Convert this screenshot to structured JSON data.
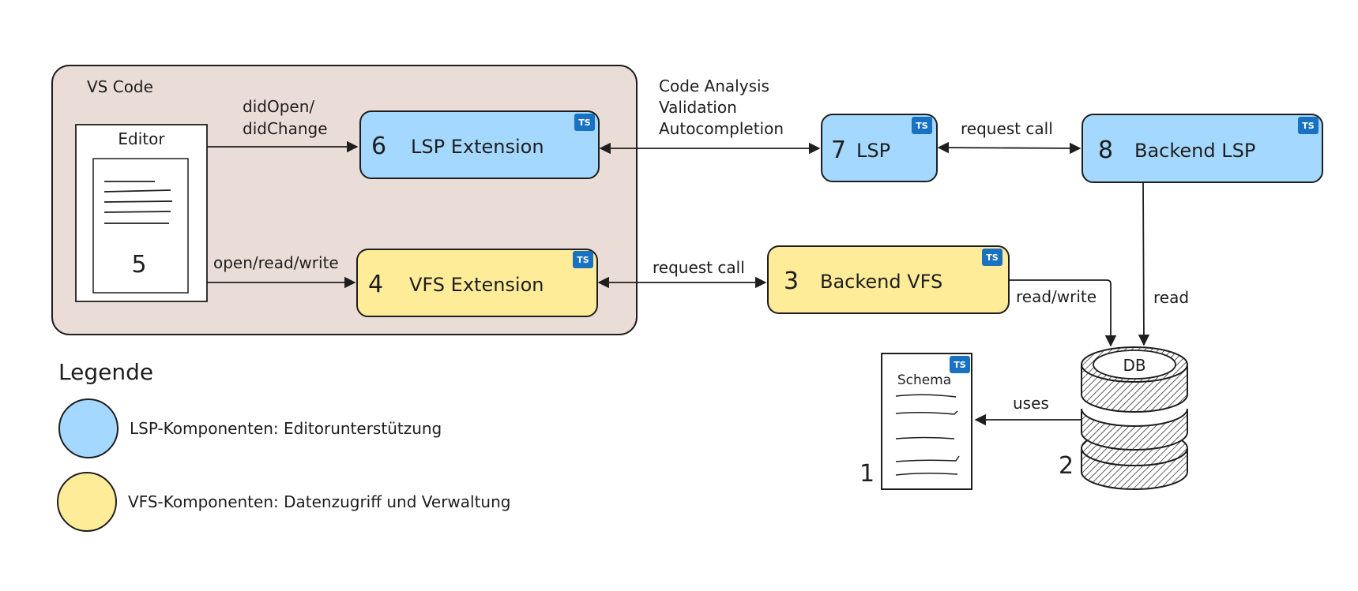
{
  "colors": {
    "lsp_fill": "#a5d8ff",
    "vfs_fill": "#ffec99",
    "vscode_fill": "#eaddd7",
    "ts_badge": "#1971c2",
    "stroke": "#1e1e1e"
  },
  "vscode": {
    "title": "VS Code"
  },
  "editor": {
    "title": "Editor",
    "number": "5"
  },
  "nodes": {
    "lsp_extension": {
      "number": "6",
      "label": "LSP Extension",
      "badge": "TS"
    },
    "lsp": {
      "number": "7",
      "label": "LSP",
      "badge": "TS"
    },
    "backend_lsp": {
      "number": "8",
      "label": "Backend LSP",
      "badge": "TS"
    },
    "vfs_extension": {
      "number": "4",
      "label": "VFS Extension",
      "badge": "TS"
    },
    "backend_vfs": {
      "number": "3",
      "label": "Backend VFS",
      "badge": "TS"
    },
    "schema": {
      "title": "Schema",
      "number": "1",
      "badge": "TS"
    },
    "db": {
      "title": "DB",
      "number": "2"
    }
  },
  "edges": {
    "did_open_1": "didOpen/",
    "did_open_2": "didChange",
    "open_read_write": "open/read/write",
    "code_analysis": "Code Analysis",
    "validation": "Validation",
    "autocompletion": "Autocompletion",
    "request_call_lsp": "request call",
    "request_call_vfs": "request call",
    "read_write": "read/write",
    "read": "read",
    "uses": "uses"
  },
  "legend": {
    "title": "Legende",
    "items": [
      {
        "label": "LSP-Komponenten: Editorunterstützung",
        "color": "#a5d8ff"
      },
      {
        "label": "VFS-Komponenten: Datenzugriff und Verwaltung",
        "color": "#ffec99"
      }
    ]
  }
}
